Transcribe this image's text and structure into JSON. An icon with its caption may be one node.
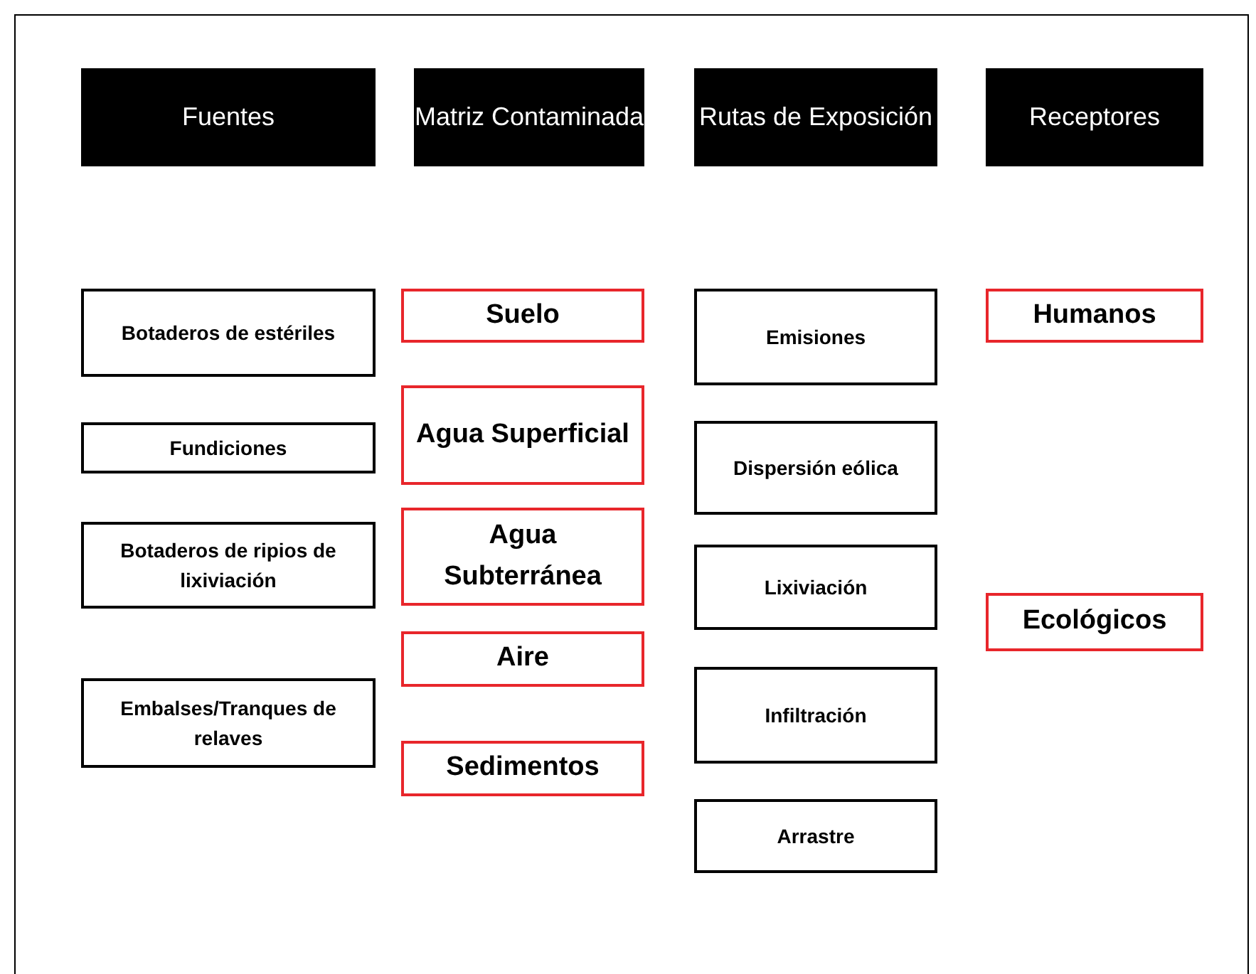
{
  "diagram": {
    "nodes": [
      {
        "text": [
          "Fuentes"
        ]
      },
      {
        "text": [
          "Matriz Contaminada"
        ]
      },
      {
        "text": [
          "Rutas de Exposición"
        ]
      },
      {
        "text": [
          "Receptores"
        ]
      },
      {
        "text": [
          "Botaderos de estériles"
        ]
      },
      {
        "text": [
          "Fundiciones"
        ]
      },
      {
        "text": [
          "Botaderos de ripios de lixiviación"
        ]
      },
      {
        "text": [
          "Embalses/Tranques de relaves"
        ]
      },
      {
        "text": [
          "Suelo"
        ]
      },
      {
        "text": [
          "Agua Superficial"
        ]
      },
      {
        "text": [
          "Agua Subterránea"
        ]
      },
      {
        "text": [
          "Aire"
        ]
      },
      {
        "text": [
          "Sedimentos"
        ]
      },
      {
        "text": [
          "Emisiones"
        ]
      },
      {
        "text": [
          "Dispersión eólica"
        ]
      },
      {
        "text": [
          "Lixiviación"
        ]
      },
      {
        "text": [
          "Infiltración"
        ]
      },
      {
        "text": [
          "Arrastre"
        ]
      },
      {
        "text": [
          "Humanos"
        ]
      },
      {
        "text": [
          "Ecológicos"
        ]
      }
    ]
  }
}
